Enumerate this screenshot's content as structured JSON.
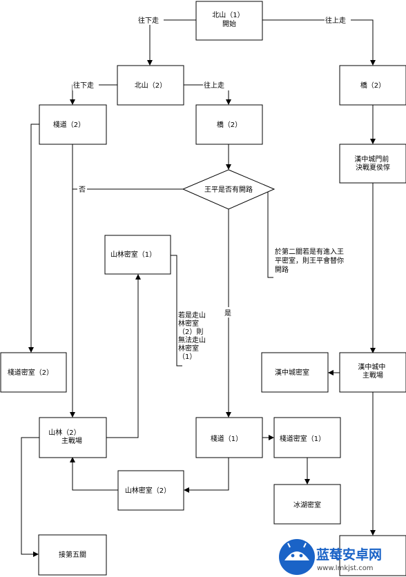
{
  "nodes": {
    "beishan1": [
      "北山（1）",
      "開始"
    ],
    "beishan2": [
      "北山（2）"
    ],
    "qiao2_right": [
      "橋（2）"
    ],
    "zhandao2": [
      "棧道（2）"
    ],
    "qiao2_mid": [
      "橋（2）"
    ],
    "hanzhong_gate": [
      "漢中城門前",
      "決戰夏侯惇"
    ],
    "decision": [
      "王平是否有開路"
    ],
    "shanlin_mishi1": [
      "山林密室（1）"
    ],
    "zhandao_mishi2": [
      "棧道密室（2）"
    ],
    "hanzhong_mishi": [
      "漢中城密室"
    ],
    "hanzhong_main": [
      "漢中城中",
      "主戰場"
    ],
    "shanlin2_main": [
      "山林（2）",
      "主戰場"
    ],
    "zhandao1": [
      "棧道（1）"
    ],
    "zhandao_mishi1": [
      "棧道密室（1）"
    ],
    "binghu_mishi": [
      "冰湖密室"
    ],
    "shanlin_mishi2": [
      "山林密室（2）"
    ],
    "jie5": [
      "接第五關"
    ]
  },
  "edge_labels": {
    "down1": "往下走",
    "up1": "往上走",
    "down2": "往下走",
    "up2": "往上走",
    "no": "否",
    "yes": "是"
  },
  "notes": {
    "wangping_note": [
      "於第二關若是有進入王",
      "平密室，則王平會替你",
      "開路"
    ],
    "shanlin_note": [
      "若是走山",
      "林密室",
      "（2）則",
      "無法走山",
      "林密室",
      "（1）"
    ]
  },
  "watermark": {
    "name": "蓝莓安卓网",
    "url": "www.lmkjst.com"
  }
}
